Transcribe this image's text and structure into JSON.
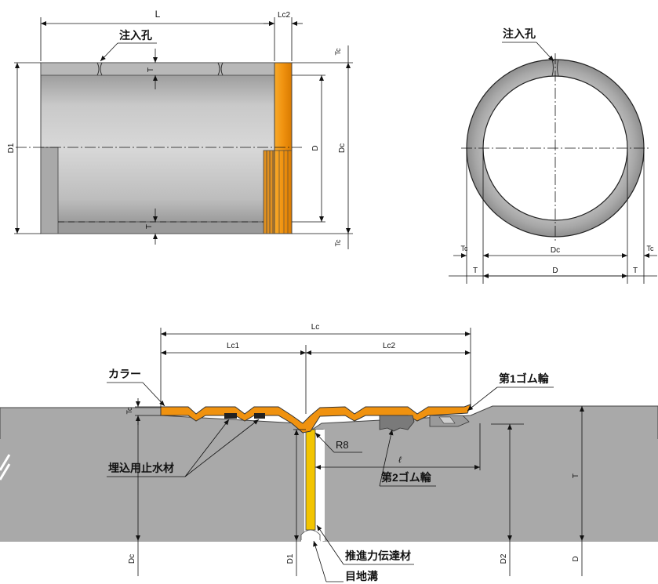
{
  "colors": {
    "pipe_gray": "#a9a9a9",
    "pipe_gray_light": "#cfcfcf",
    "collar_orange": "#f0920f",
    "filler_yellow": "#f2c400",
    "rubber_dark": "#7a7a7a",
    "line": "#111111"
  },
  "top_left_view": {
    "dim_L": "L",
    "dim_Lc2": "Lc2",
    "dim_Tc_top": "Tc",
    "dim_Tc_bottom": "Tc",
    "dim_T_top": "T",
    "dim_T_bottom": "T",
    "dim_D1": "D1",
    "dim_D": "D",
    "dim_Dc": "Dc",
    "injection_hole": "注入孔"
  },
  "top_right_view": {
    "injection_hole": "注入孔",
    "dim_Tc_left": "Tc",
    "dim_Tc_right": "Tc",
    "dim_Dc": "Dc",
    "dim_T_left": "T",
    "dim_T_right": "T",
    "dim_D": "D"
  },
  "bottom_view": {
    "dim_Lc": "Lc",
    "dim_Lc1": "Lc1",
    "dim_Lc2": "Lc2",
    "collar": "カラー",
    "first_rubber_ring": "第1ゴム輪",
    "second_rubber_ring": "第2ゴム輪",
    "embedded_waterstop": "埋込用止水材",
    "r8": "R8",
    "ell": "ℓ",
    "thrust_transfer": "推進力伝達材",
    "joint_groove": "目地溝",
    "dim_Tc": "Tc",
    "dim_T": "T",
    "dim_Dc": "Dc",
    "dim_D1": "D1",
    "dim_D2": "D2",
    "dim_D": "D"
  }
}
